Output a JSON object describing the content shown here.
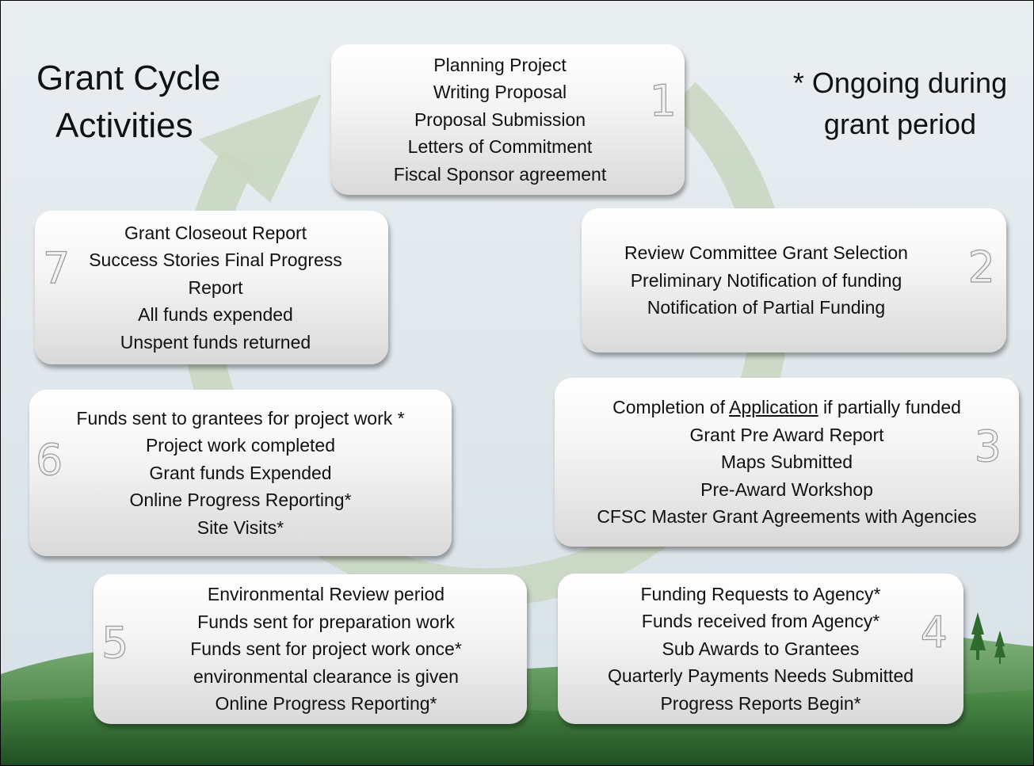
{
  "title_lines": [
    "Grant Cycle",
    "Activities"
  ],
  "note_lines": [
    "* Ongoing during",
    "grant period"
  ],
  "steps": [
    {
      "number": "1",
      "lines": [
        "Planning Project",
        "Writing Proposal",
        "Proposal Submission",
        "Letters of Commitment",
        "Fiscal Sponsor agreement"
      ]
    },
    {
      "number": "2",
      "lines": [
        "Review Committee Grant Selection",
        "Preliminary Notification of funding",
        "Notification of Partial Funding"
      ]
    },
    {
      "number": "3",
      "lines": [
        "Completion of Application if partially funded",
        "Grant Pre Award Report",
        "Maps Submitted",
        "Pre-Award Workshop",
        "CFSC Master Grant Agreements with Agencies"
      ],
      "line0_parts": [
        "Completion of ",
        "Application",
        " if partially funded"
      ]
    },
    {
      "number": "4",
      "lines": [
        "Funding Requests to Agency*",
        "Funds received from Agency*",
        "Sub Awards to Grantees",
        "Quarterly Payments Needs Submitted",
        "Progress Reports Begin*"
      ]
    },
    {
      "number": "5",
      "lines": [
        "Environmental Review period",
        "Funds sent for preparation work",
        "Funds sent for project work once*",
        "environmental clearance is given",
        "Online Progress Reporting*"
      ]
    },
    {
      "number": "6",
      "lines": [
        "Funds sent to grantees for project work *",
        "Project work completed",
        "Grant funds Expended",
        "Online Progress Reporting*",
        "Site Visits*"
      ]
    },
    {
      "number": "7",
      "lines": [
        "Grant Closeout Report",
        "Success Stories Final Progress",
        "Report",
        "All funds expended",
        "Unspent funds returned"
      ]
    }
  ],
  "colors": {
    "arrow": "#c9d6c0",
    "hills": "#3f7d3a",
    "sky": "#e4ebef"
  }
}
